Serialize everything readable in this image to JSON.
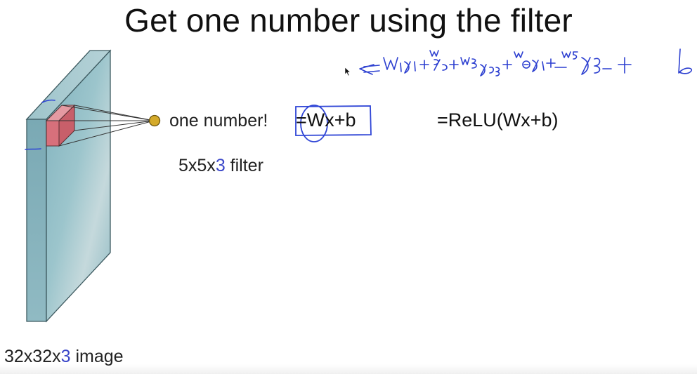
{
  "slide": {
    "title": "Get one number using the filter",
    "image_label_prefix": "32x32x",
    "image_label_accent": "3",
    "image_label_suffix": " image",
    "filter_label_prefix": "5x5x",
    "filter_label_accent": "3",
    "filter_label_suffix": " filter",
    "output_label": "one number!",
    "formula_linear": "=Wx+b",
    "formula_relu": "=ReLU(Wx+b)"
  },
  "colors": {
    "volume_face": "#8fbcc4",
    "filter_fill": "#d9707a",
    "output_node": "#c9a227",
    "accent": "#3b47c9",
    "ink": "#2c3fd0"
  },
  "icons": {
    "cursor": "arrow-pointer-icon",
    "output_node": "circle-dot-icon"
  }
}
